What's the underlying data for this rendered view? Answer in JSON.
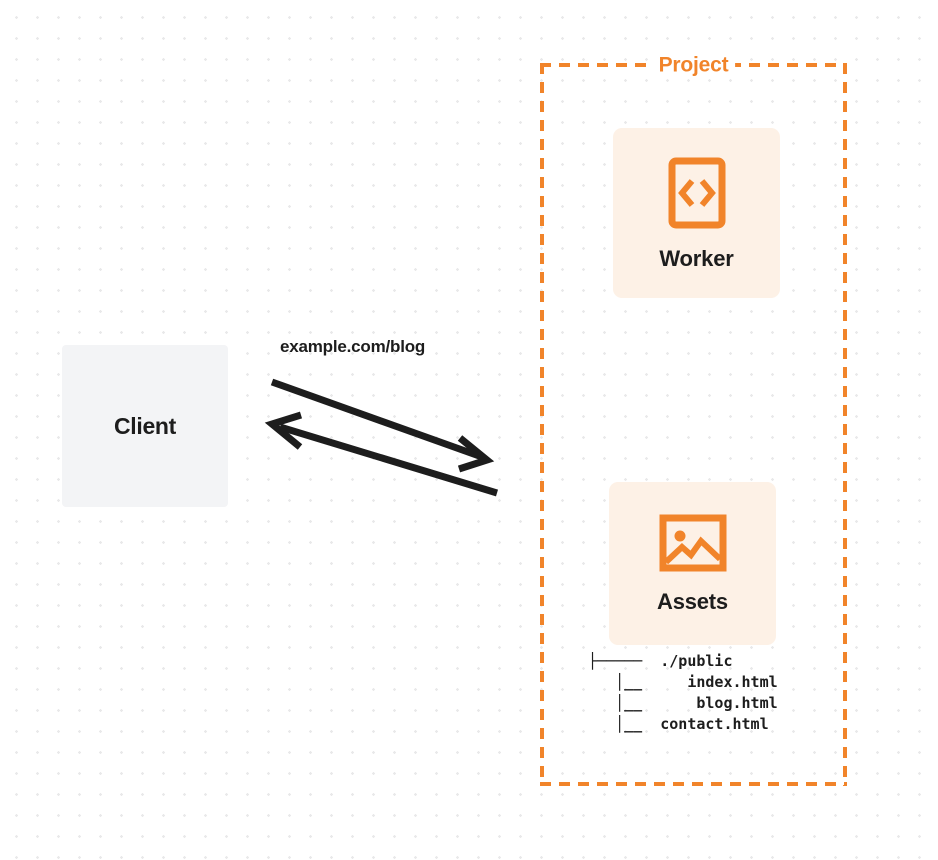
{
  "diagram": {
    "title": "Client to Project Worker and Assets request flow",
    "colors": {
      "accent_orange": "#f1842a",
      "card_fill": "#fdf1e6",
      "client_fill": "#f3f4f6",
      "text_dark": "#1d1d1d",
      "grid_dot": "#e9e9ea",
      "background": "#ffffff"
    }
  },
  "client": {
    "label": "Client"
  },
  "connection": {
    "request_label": "example.com/blog",
    "request_arrow_name": "request-arrow",
    "response_arrow_name": "response-arrow"
  },
  "project": {
    "label": "Project",
    "nodes": [
      {
        "label": "Worker",
        "icon": "code-brackets-icon"
      },
      {
        "label": "Assets",
        "icon": "image-picture-icon"
      }
    ]
  },
  "asset_tree": {
    "lines": [
      "├─────  ./public",
      "   │__     index.html",
      "   │__      blog.html",
      "   │__  contact.html"
    ],
    "root": "./public",
    "files": [
      "index.html",
      "blog.html",
      "contact.html"
    ]
  }
}
